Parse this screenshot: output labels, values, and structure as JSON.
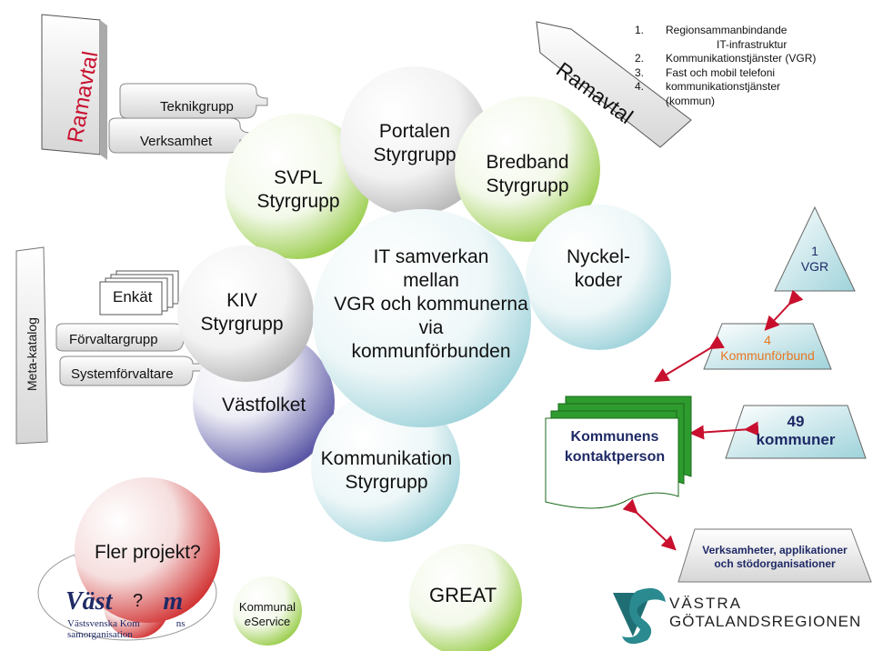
{
  "ramavtal_left": "Ramavtal",
  "ramavtal_top": "Ramavtal",
  "meta_katalog": "Meta-katalog",
  "groups_top": {
    "teknikgrupp": "Teknikgrupp",
    "verksamhet": "Verksamhet"
  },
  "groups_left": {
    "enkat": "Enkät",
    "forvaltargrupp": "Förvaltargrupp",
    "systemforvaltare": "Systemförvaltare"
  },
  "circles": {
    "svpl": [
      "SVPL",
      "Styrgrupp"
    ],
    "portalen": [
      "Portalen",
      "Styrgrupp"
    ],
    "bredband": [
      "Bredband",
      "Styrgrupp"
    ],
    "kiv": [
      "KIV",
      "Styrgrupp"
    ],
    "center": [
      "IT samverkan",
      "mellan",
      "VGR och kommunerna",
      "via",
      "kommunförbunden"
    ],
    "nyckel": [
      "Nyckel-",
      "koder"
    ],
    "vastfolket": "Västfolket",
    "kommunikation": [
      "Kommunikation",
      "Styrgrupp"
    ],
    "great": "GREAT",
    "fler_projekt": "Fler projekt?",
    "question": "?"
  },
  "eservice": {
    "line1": "Kommunal",
    "line2_em": "e",
    "line2_rest": "Service"
  },
  "numbered_list": [
    {
      "num": "1.",
      "text": "Regionsammanbindande",
      "cont": "IT-infrastruktur"
    },
    {
      "num": "2.",
      "text": "Kommunikationstjänster (VGR)"
    },
    {
      "num": "3.",
      "text": "Fast och mobil telefoni"
    },
    {
      "num": "4.",
      "text": "kommunikationstjänster",
      "cont": "(kommun)"
    }
  ],
  "pyramid": {
    "top_num": "1",
    "top_label": "VGR",
    "mid_num": "4",
    "mid_label": "Kommunförbund",
    "bottom_num": "49",
    "bottom_label": "kommuner"
  },
  "kontaktperson": [
    "Kommunens",
    "kontaktperson"
  ],
  "verksamheter_box": [
    "Verksamheter, applikationer",
    "och stödorganisationer"
  ],
  "logo_vastsvenska": {
    "brand": "Väst",
    "brand_tail": "m",
    "sub1": "Västsvenska Kom",
    "sub1_tail": "ns",
    "sub2": "samorganisation"
  },
  "logo_vgr": {
    "line1": "VÄSTRA",
    "line2": "GÖTALANDSREGIONEN"
  },
  "colors": {
    "green_circle": "#9acd4c",
    "teal_circle": "#9fd3db",
    "purple_circle": "#5c58a6",
    "red_arrow": "#c8102e",
    "orange_text": "#e87722",
    "navy_text": "#1f2a66",
    "kontakt_green": "#2e9b2e",
    "vgr_teal": "#2a8a8f"
  }
}
